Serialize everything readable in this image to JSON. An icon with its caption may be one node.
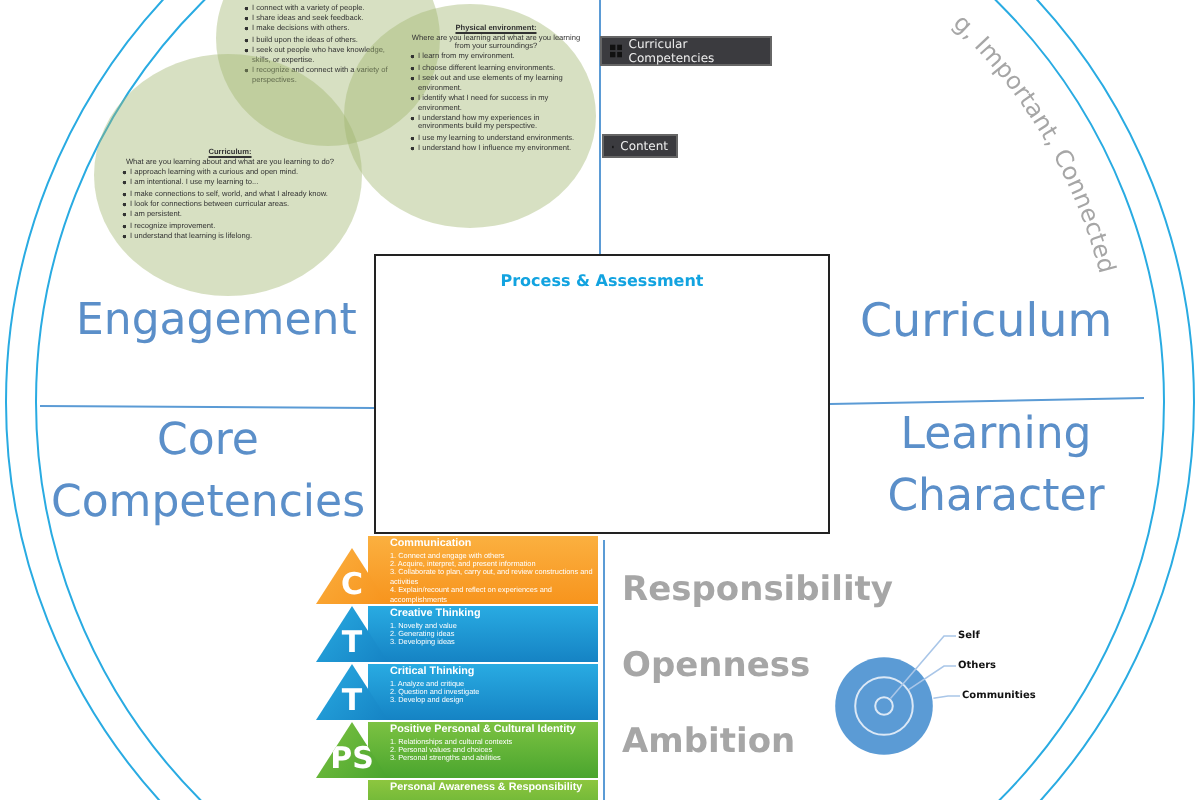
{
  "diagram": {
    "nodes": [
      {
        "text": [
          "I connect with a variety of people.",
          "I share ideas and seek feedback.",
          "I make decisions with others.",
          "I build upon the ideas of others.",
          "I seek out people who have knowledge, skills, or expertise.",
          "I recognize and connect with a variety of perspectives."
        ]
      },
      {
        "text": [
          "Curriculum:",
          "What are you learning about and what are you learning to do?",
          "I approach learning with a curious and open mind.",
          "I am intentional. I use my learning to...",
          "I make connections to self, world, and what I already know.",
          "I look for connections between curricular areas.",
          "I am persistent.",
          "I recognize improvement.",
          "I understand that learning is lifelong."
        ]
      },
      {
        "text": [
          "Physical environment:",
          "Where are you learning and what are you learning from your surroundings?",
          "I learn from my environment.",
          "I choose different learning environments.",
          "I seek out and use elements of my learning environment.",
          "I identify what I need for success in my environment.",
          "I understand how my experiences in environments build my perspective.",
          "I use my learning to understand environments.",
          "I understand how I influence my environment."
        ]
      },
      {
        "text": [
          "Curricular Competencies"
        ]
      },
      {
        "text": [
          "Content"
        ]
      },
      {
        "text": [
          "Process & Assessment"
        ]
      },
      {
        "text": [
          "C",
          "Communication",
          "1. Connect and engage with others",
          "2. Acquire, interpret, and present information",
          "3. Collaborate to plan, carry out, and review constructions and activities",
          "4. Explain/recount and reflect on experiences and accomplishments"
        ]
      },
      {
        "text": [
          "T",
          "Creative Thinking",
          "1. Novelty and value",
          "2. Generating ideas",
          "3. Developing ideas"
        ]
      },
      {
        "text": [
          "T",
          "Critical Thinking",
          "1. Analyze and critique",
          "2. Question and investigate",
          "3. Develop and design"
        ]
      },
      {
        "text": [
          "PS",
          "Positive Personal & Cultural Identity",
          "1. Relationships and cultural contexts",
          "2. Personal values and choices",
          "3. Personal strengths and abilities"
        ]
      },
      {
        "text": [
          "Personal Awareness & Responsibility"
        ]
      },
      {
        "text": [],
        "shape": "circle"
      },
      {
        "text": [],
        "shape": "circle",
        "in": 11
      },
      {
        "text": [],
        "shape": "circle",
        "in": 12
      },
      {
        "text": [
          "Self"
        ]
      },
      {
        "text": [
          "Others"
        ]
      },
      {
        "text": [
          "Communities"
        ]
      }
    ],
    "edges": [
      {
        "from": 14,
        "to": 13,
        "arrow": "none"
      },
      {
        "from": 15,
        "to": 12,
        "arrow": "none"
      },
      {
        "from": 16,
        "to": 11,
        "arrow": "none"
      }
    ],
    "labels": [
      "g, Important, Connected",
      "Engagement",
      "Curriculum",
      "Core Competencies",
      "Learning Character",
      "Responsibility",
      "Openness",
      "Ambition"
    ]
  }
}
